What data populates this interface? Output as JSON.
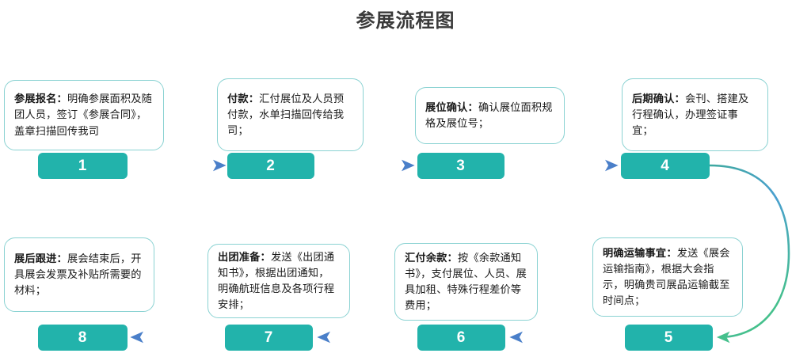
{
  "title": "参展流程图",
  "theme": {
    "badge_fill": "#22b3ab",
    "card_border": "#8ad2d2",
    "card_bg": "#ffffff",
    "text_color": "#1a1a1a",
    "title_color": "#3a3a3a",
    "arrow_start": "#4cc87e",
    "arrow_end": "#4a7fc9",
    "curve_color": "#45c08c"
  },
  "steps": [
    {
      "number": "1",
      "heading": "参展报名：",
      "body": "明确参展面积及随团人员，签订《参展合同》，盖章扫描回传我司"
    },
    {
      "number": "2",
      "heading": "付款：",
      "body": "汇付展位及人员预付款，水单扫描回传给我司；"
    },
    {
      "number": "3",
      "heading": "展位确认：",
      "body": "确认展位面积规格及展位号；"
    },
    {
      "number": "4",
      "heading": "后期确认：",
      "body": "会刊、搭建及行程确认，办理签证事宜；"
    },
    {
      "number": "5",
      "heading": "明确运输事宜：",
      "body": "发送《展会运输指南》，根据大会指示，明确贵司展品运输截至时间点；"
    },
    {
      "number": "6",
      "heading": "汇付余款：",
      "body": "按《余款通知书》，支付展位、人员、展具加租、特殊行程差价等费用；"
    },
    {
      "number": "7",
      "heading": "出团准备：",
      "body": "发送《出团通知书》，根据出团通知，明确航班信息及各项行程安排；"
    },
    {
      "number": "8",
      "heading": "展后跟进：",
      "body": "展会结束后，开具展会发票及补贴所需要的材料；"
    }
  ]
}
